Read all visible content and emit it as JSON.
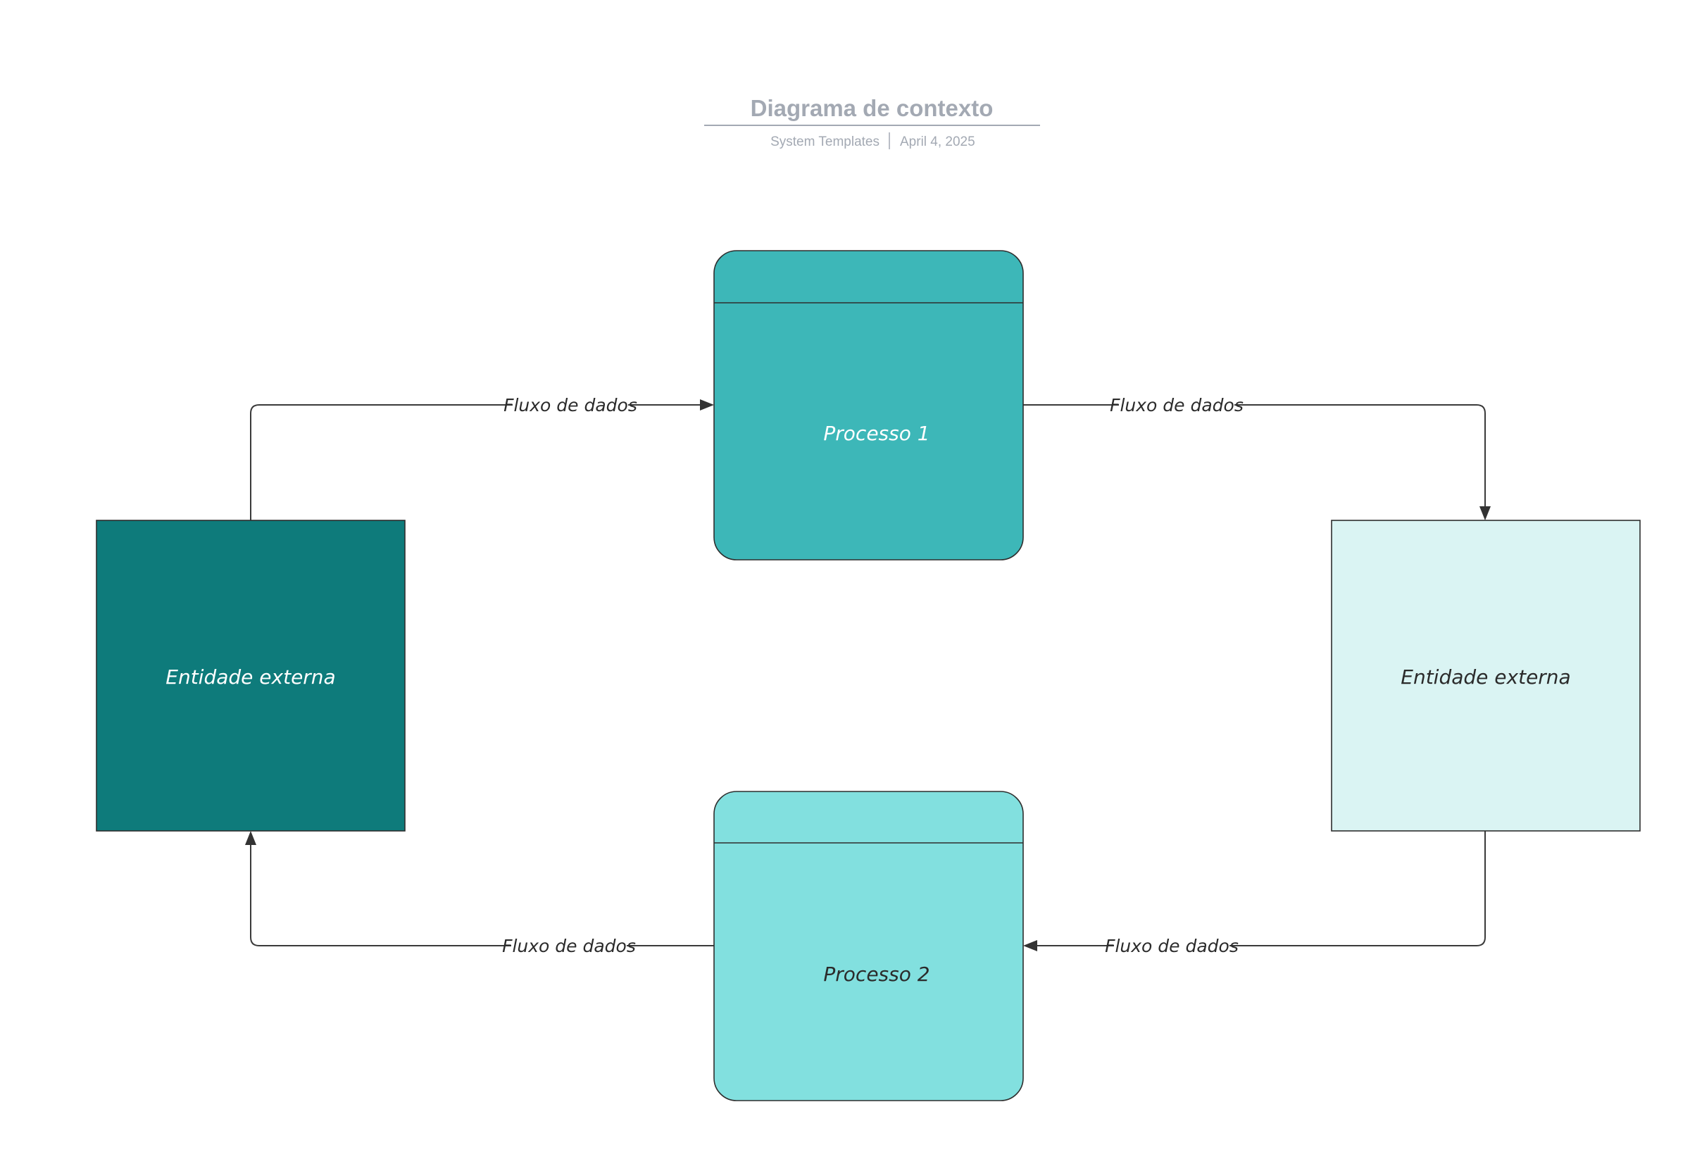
{
  "header": {
    "title": "Diagrama de contexto",
    "subtitle_left": "System Templates",
    "subtitle_right": "April 4, 2025"
  },
  "nodes": {
    "process_1": {
      "label": "Processo 1",
      "color_header": "#3db7b8",
      "color_body": "#3db7b8",
      "text_color": "#ffffff"
    },
    "process_2": {
      "label": "Processo 2",
      "color_header": "#82e0df",
      "color_body": "#82e0df",
      "text_color": "#2b2b2b"
    },
    "entity_left": {
      "label": "Entidade externa",
      "color": "#0e7b7b",
      "text_color": "#ffffff"
    },
    "entity_right": {
      "label": "Entidade externa",
      "color": "#daf4f3",
      "text_color": "#2b2b2b"
    }
  },
  "edges": {
    "left_to_p1": "Fluxo de dados",
    "p1_to_right": "Fluxo de dados",
    "right_to_p2": "Fluxo de dados",
    "p2_to_left": "Fluxo de dados"
  }
}
